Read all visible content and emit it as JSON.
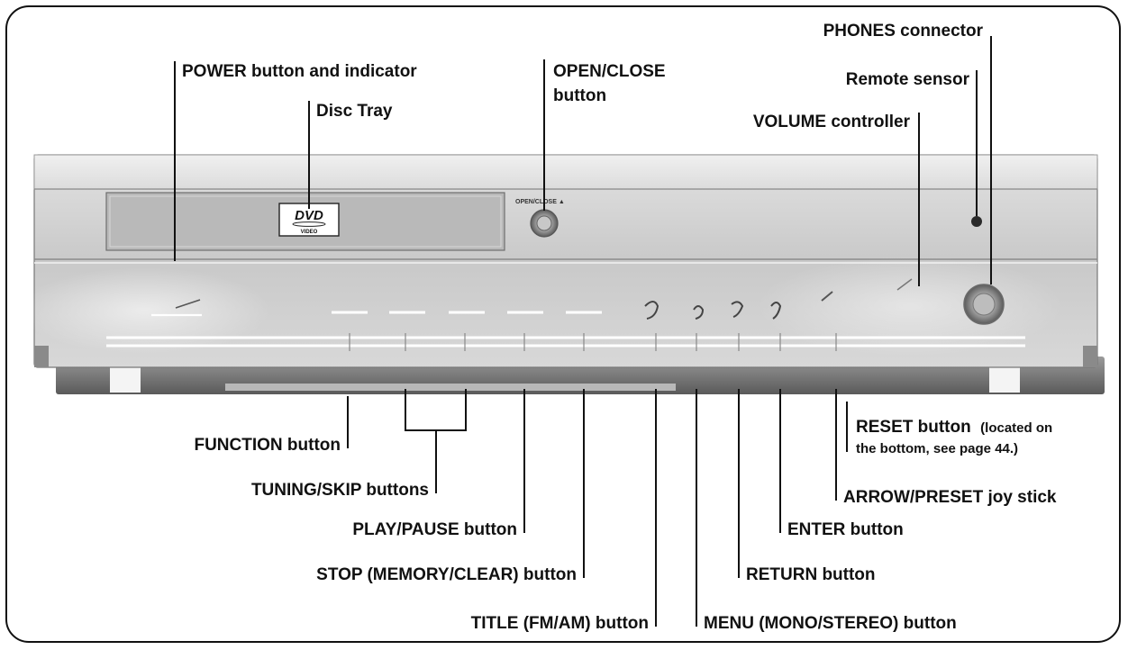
{
  "labels": {
    "phones": "PHONES connector",
    "remote": "Remote sensor",
    "volume": "VOLUME controller",
    "power": "POWER button and indicator",
    "disc_tray": "Disc Tray",
    "open_close_1": "OPEN/CLOSE",
    "open_close_2": "button",
    "function": "FUNCTION button",
    "tuning": "TUNING/SKIP buttons",
    "play": "PLAY/PAUSE button",
    "stop": "STOP (MEMORY/CLEAR) button",
    "title": "TITLE (FM/AM) button",
    "menu": "MENU (MONO/STEREO) button",
    "return": "RETURN button",
    "enter": "ENTER button",
    "arrow": "ARROW/PRESET joy stick",
    "reset_bold": "RESET button",
    "reset_note_1": "(located on",
    "reset_note_2": "the bottom, see page 44.)"
  },
  "device": {
    "dvd_logo": "DVD",
    "dvd_video": "VIDEO",
    "open_close_print": "OPEN/CLOSE ▲"
  }
}
